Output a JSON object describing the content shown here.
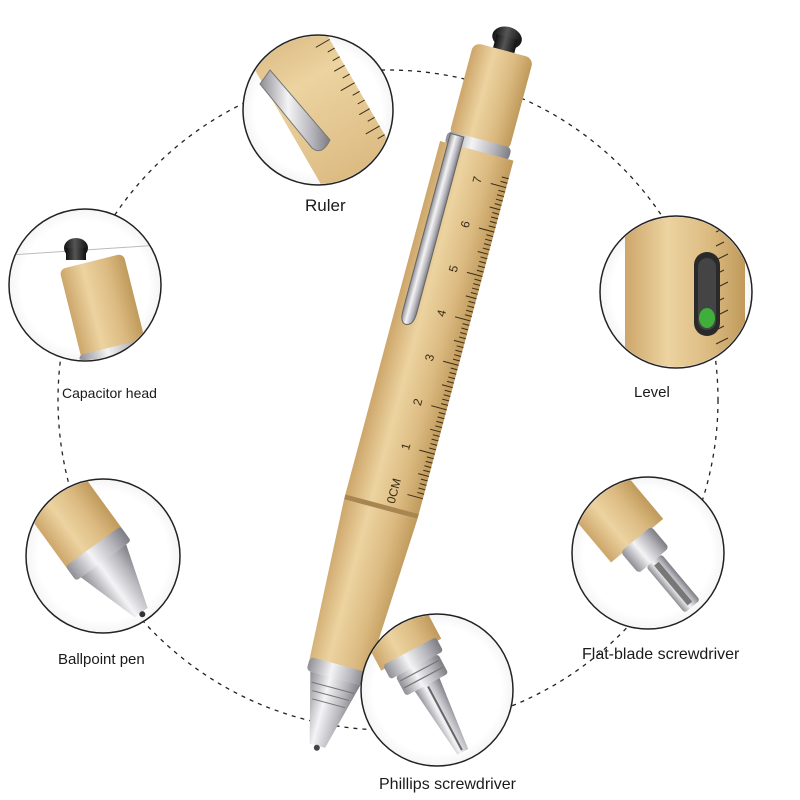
{
  "features": {
    "ruler": "Ruler",
    "capacitor_head": "Capacitor head",
    "level": "Level",
    "ballpoint_pen": "Ballpoint pen",
    "flat_blade": "Flat-blade screwdriver",
    "phillips": "Phillips screwdriver"
  },
  "ruler_numbers": [
    "0CM",
    "1",
    "2",
    "3",
    "4",
    "5",
    "6",
    "7"
  ],
  "colors": {
    "bamboo": "#e2c48c",
    "bamboo_dark": "#c9a466",
    "metal": "#c8c8cc",
    "stylus": "#2b2b2b",
    "level_bubble": "#3fae3a"
  }
}
